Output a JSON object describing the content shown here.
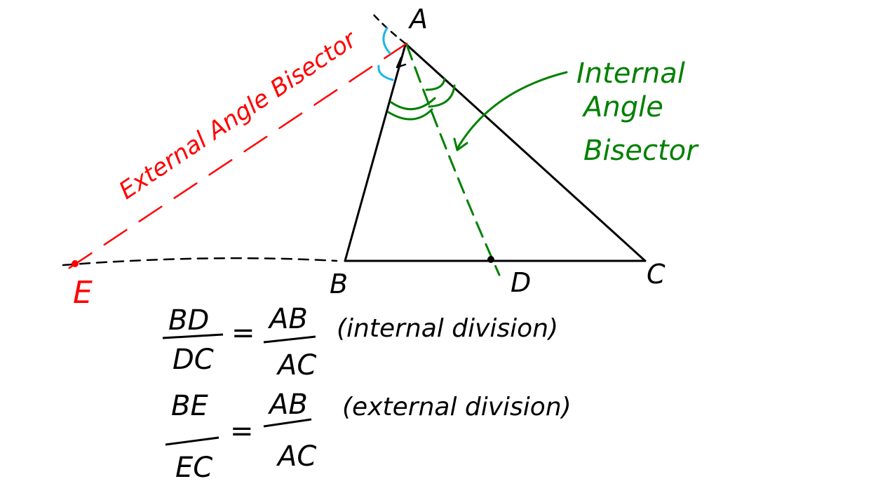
{
  "colors": {
    "ink": "#000000",
    "external": "#ff0000",
    "internal": "#008000",
    "angle_mark": "#1fb4e8"
  },
  "points": {
    "A": "A",
    "B": "B",
    "C": "C",
    "D": "D",
    "E": "E"
  },
  "labels": {
    "external_bisector": "External Angle Bisector",
    "internal_line1": "Internal",
    "internal_line2": "Angle",
    "internal_line3": "Bisector"
  },
  "formulas": [
    {
      "num": "BD",
      "den": "DC",
      "eq": "=",
      "rnum": "AB",
      "rden": "AC",
      "note": "(internal division)"
    },
    {
      "num": "BE",
      "den": "EC",
      "eq": "=",
      "rnum": "AB",
      "rden": "AC",
      "note": "(external division)"
    }
  ]
}
